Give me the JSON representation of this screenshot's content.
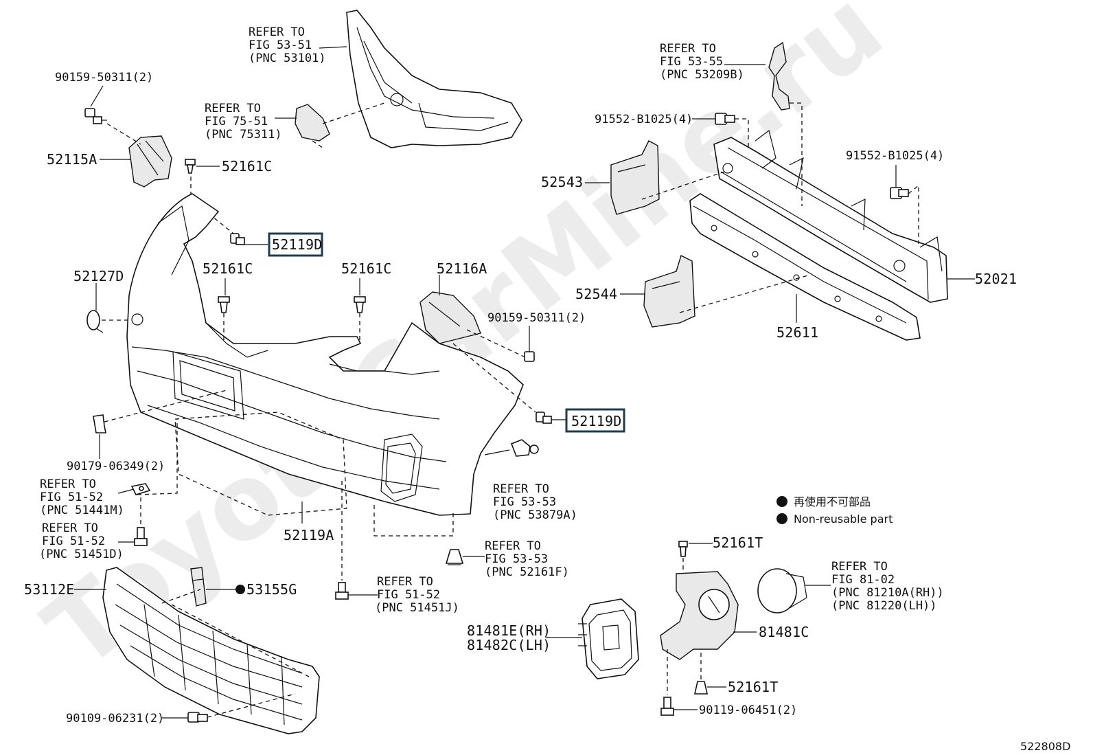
{
  "watermark": "ToyotaCarMine.ru",
  "figure_id": "522808D",
  "legend": {
    "line_jp": "再使用不可部品",
    "line_en": "Non-reusable part"
  },
  "refs": {
    "r1": [
      "REFER TO",
      "FIG 53-51",
      "(PNC 53101)"
    ],
    "r2": [
      "REFER TO",
      "FIG 75-51",
      "(PNC 75311)"
    ],
    "r3": [
      "REFER TO",
      "FIG 53-55",
      "(PNC 53209B)"
    ],
    "r4": [
      "REFER TO",
      "FIG 53-53",
      "(PNC 53879A)"
    ],
    "r5": [
      "REFER TO",
      "FIG 51-52",
      "(PNC 51441M)"
    ],
    "r6": [
      "REFER TO",
      "FIG 51-52",
      "(PNC 51451D)"
    ],
    "r7": [
      "REFER TO",
      "FIG 53-53",
      "(PNC 52161F)"
    ],
    "r8": [
      "REFER TO",
      "FIG 51-52",
      "(PNC 51451J)"
    ],
    "r9": [
      "REFER TO",
      "FIG 81-02",
      "(PNC 81210A(RH))",
      "(PNC 81220(LH))"
    ]
  },
  "parts": {
    "p_90159_a": "90159-50311(2)",
    "p_52115A": "52115A",
    "p_52161C_top": "52161C",
    "p_52119D_top": "52119D",
    "p_52127D": "52127D",
    "p_52161C_l": "52161C",
    "p_52161C_m": "52161C",
    "p_52116A": "52116A",
    "p_90159_b": "90159-50311(2)",
    "p_52119D_bot": "52119D",
    "p_91552_a": "91552-B1025(4)",
    "p_91552_b": "91552-B1025(4)",
    "p_52543": "52543",
    "p_52544": "52544",
    "p_52021": "52021",
    "p_52611": "52611",
    "p_90179": "90179-06349(2)",
    "p_52119A": "52119A",
    "p_53112E": "53112E",
    "p_53155G": "53155G",
    "p_90109": "90109-06231(2)",
    "p_81481E": "81481E(RH)",
    "p_81482C": "81482C(LH)",
    "p_52161T_top": "52161T",
    "p_81481C": "81481C",
    "p_52161T_bot": "52161T",
    "p_90119": "90119-06451(2)"
  }
}
